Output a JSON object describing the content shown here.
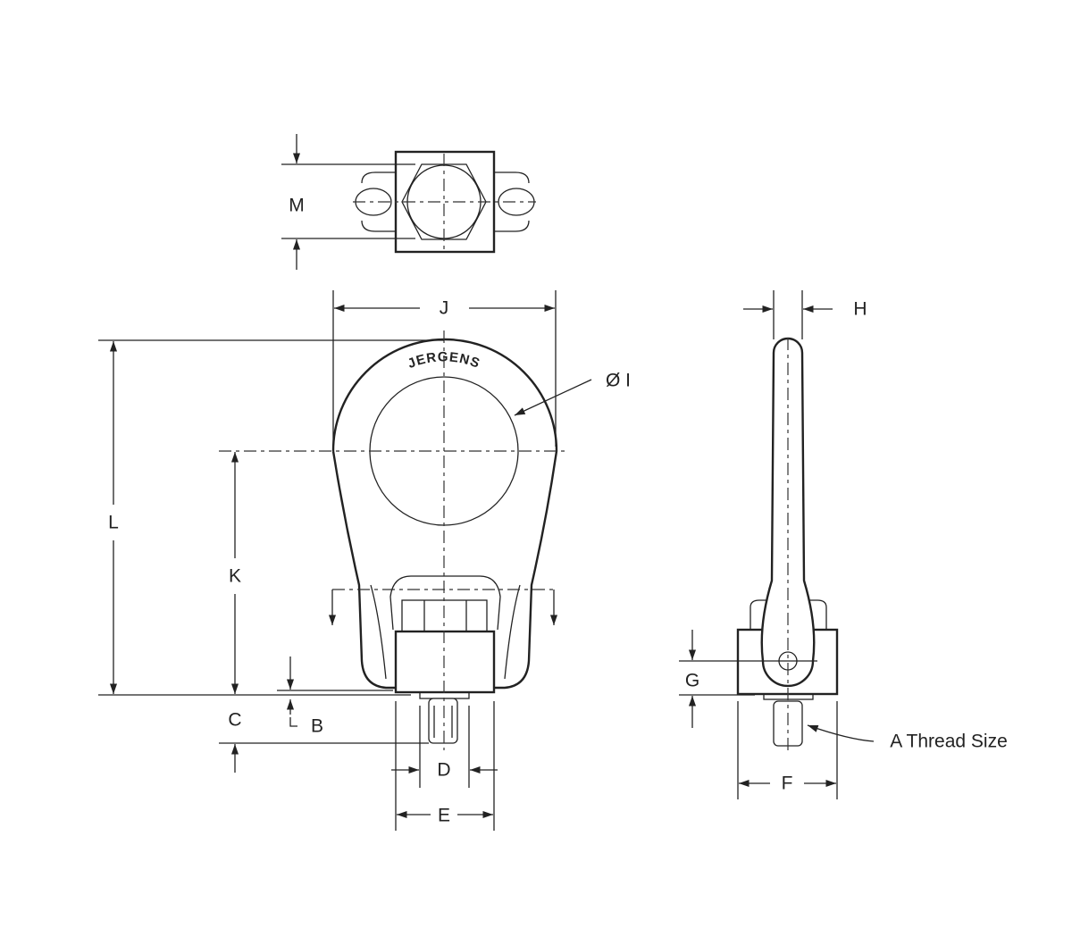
{
  "labels": {
    "m": "M",
    "j": "J",
    "h": "H",
    "dia_i": "Ø I",
    "l": "L",
    "k": "K",
    "c": "C",
    "b": "B",
    "d": "D",
    "e": "E",
    "g": "G",
    "f": "F",
    "a": "A Thread Size"
  },
  "logo_text": "JERGENS",
  "colors": {
    "line": "#222222",
    "background": "#ffffff"
  }
}
